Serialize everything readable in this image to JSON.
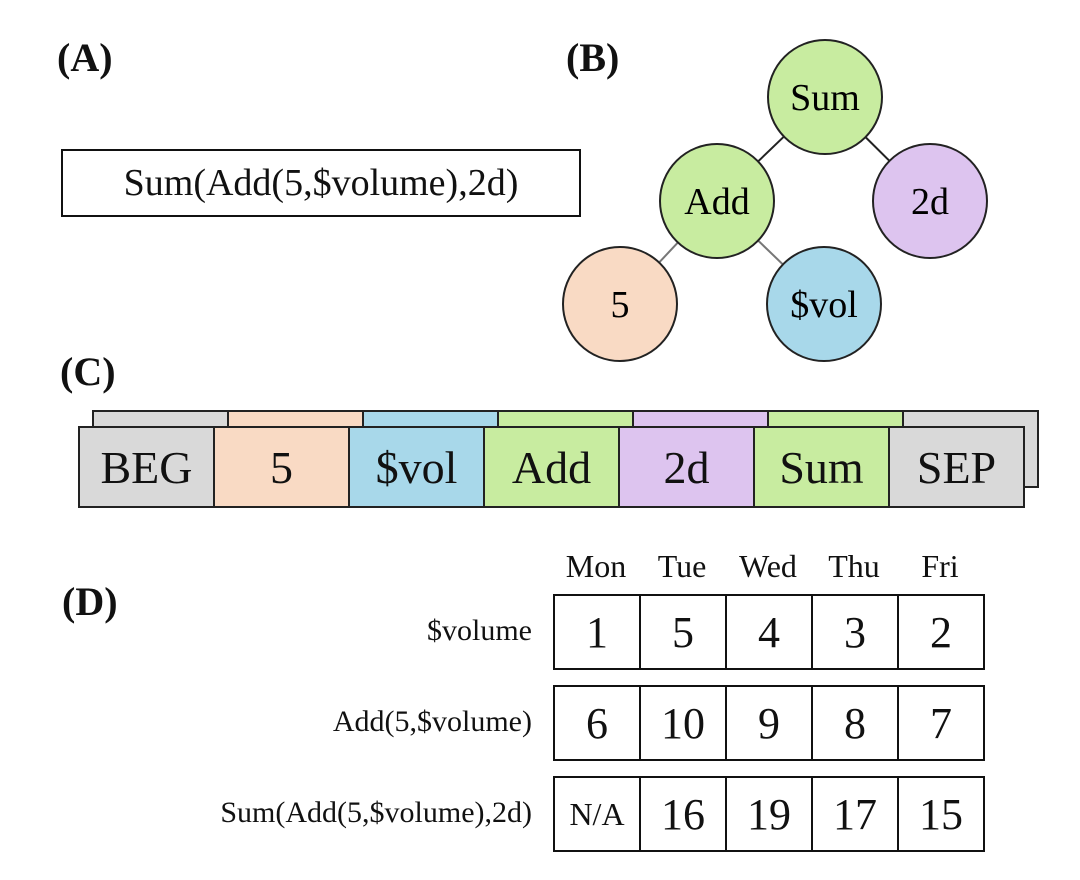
{
  "panels": {
    "a": "(A)",
    "b": "(B)",
    "c": "(C)",
    "d": "(D)"
  },
  "formula": "Sum(Add(5,$volume),2d)",
  "tree": {
    "nodes": [
      {
        "id": "sum",
        "label": "Sum",
        "color": "#c8eca0"
      },
      {
        "id": "add",
        "label": "Add",
        "color": "#c8eca0"
      },
      {
        "id": "twod",
        "label": "2d",
        "color": "#ddc4ef"
      },
      {
        "id": "five",
        "label": "5",
        "color": "#f9dac4"
      },
      {
        "id": "vol",
        "label": "$vol",
        "color": "#a8d8ea"
      }
    ],
    "edges": [
      [
        "sum",
        "add"
      ],
      [
        "sum",
        "twod"
      ],
      [
        "add",
        "five"
      ],
      [
        "add",
        "vol"
      ]
    ]
  },
  "sequence": [
    {
      "label": "BEG",
      "color": "#d9d9d9"
    },
    {
      "label": "5",
      "color": "#f9dac4"
    },
    {
      "label": "$vol",
      "color": "#a8d8ea"
    },
    {
      "label": "Add",
      "color": "#c8eca0"
    },
    {
      "label": "2d",
      "color": "#ddc4ef"
    },
    {
      "label": "Sum",
      "color": "#c8eca0"
    },
    {
      "label": "SEP",
      "color": "#d9d9d9"
    }
  ],
  "table": {
    "days": [
      "Mon",
      "Tue",
      "Wed",
      "Thu",
      "Fri"
    ],
    "rows": [
      {
        "label": "$volume",
        "values": [
          "1",
          "5",
          "4",
          "3",
          "2"
        ]
      },
      {
        "label": "Add(5,$volume)",
        "values": [
          "6",
          "10",
          "9",
          "8",
          "7"
        ]
      },
      {
        "label": "Sum(Add(5,$volume),2d)",
        "values": [
          "N/A",
          "16",
          "19",
          "17",
          "15"
        ]
      }
    ]
  }
}
